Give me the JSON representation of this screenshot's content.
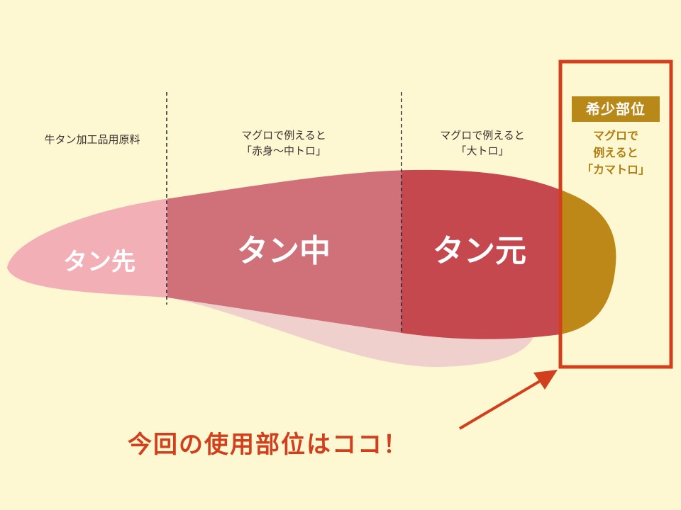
{
  "sections": [
    {
      "name": "タン先",
      "caption": "牛タン加工品用原料"
    },
    {
      "name": "タン中",
      "caption": "マグロで例えると\n「赤身〜中トロ」"
    },
    {
      "name": "タン元",
      "caption": "マグロで例えると\n「大トロ」"
    }
  ],
  "rare": {
    "badge": "希少部位",
    "caption": "マグロで\n例えると\n「カマトロ」"
  },
  "callout": "今回の使用部位はココ！",
  "colors": {
    "background": "#fdf8d2",
    "tip": "#f2b0b6",
    "middle": "#d07078",
    "root": "#c4484e",
    "rare": "#be8818",
    "shadow": "#efd0cc",
    "highlight": "#d23f1d"
  }
}
